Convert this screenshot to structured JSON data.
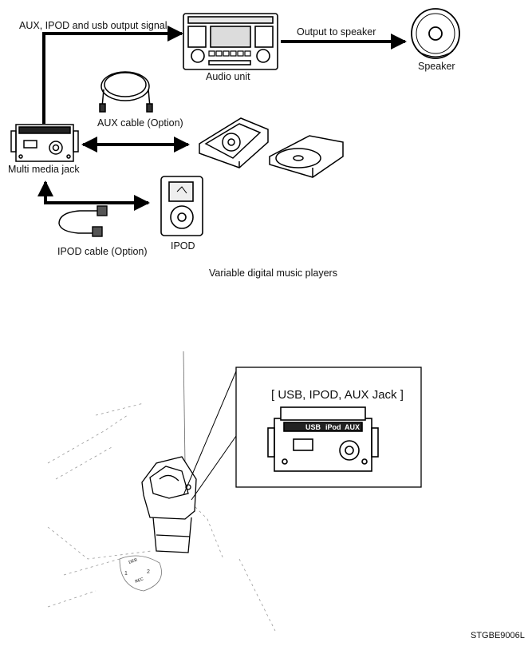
{
  "top_diagram": {
    "signal_label": "AUX, IPOD and usb output signal",
    "audio_unit_label": "Audio unit",
    "output_label": "Output to speaker",
    "speaker_label": "Speaker",
    "aux_cable_label": "AUX cable (Option)",
    "multimedia_jack_label": "Multi media jack",
    "ipod_cable_label": "IPOD cable (Option)",
    "ipod_label": "IPOD",
    "players_caption": "Variable digital music players"
  },
  "bottom_diagram": {
    "callout_title": "[ USB, IPOD, AUX Jack ]",
    "port_labels": [
      "USB",
      "iPod",
      "AUX"
    ],
    "console_markings": [
      "ᴅᴇʀ",
      "ʀᴇᴄ",
      "1",
      "2"
    ]
  },
  "figure_code": "STGBE9006L"
}
